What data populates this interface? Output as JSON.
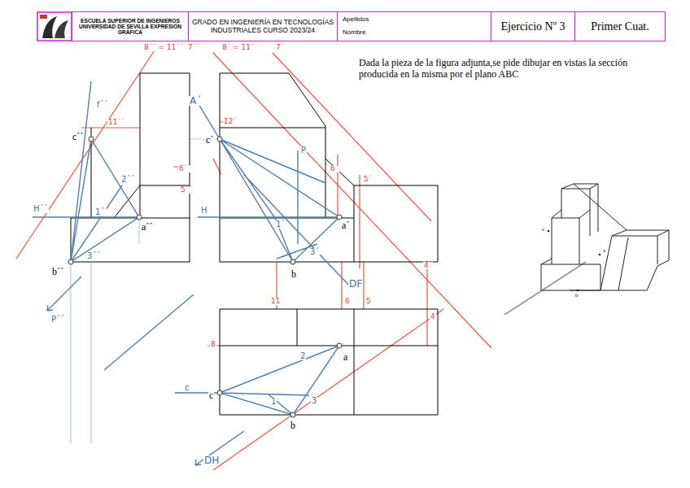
{
  "diagram": {
    "nodes": [
      {
        "text": [
          "ESCUELA SUPERIOR DE INGENIEROS UNIVERSIDAD DE SEVILLA EXPRESIÓN GRÁFICA"
        ]
      },
      {
        "text": [
          "GRADO EN INGENIERÍA EN TECNOLOGÍAS INDUSTRIALES CURSO 2023/24"
        ]
      },
      {
        "text": [
          "Apellidos",
          "Nombre"
        ]
      },
      {
        "text": [
          "Ejercicio Nº 3"
        ]
      },
      {
        "text": [
          "Primer Cuat."
        ]
      }
    ],
    "labels": [
      "Dada la pieza de la figura adjunta,se pide dibujar en vistas la sección producida en la misma por el plano ABC",
      "c´´",
      "a´´",
      "b´´",
      "c´",
      "a´",
      "b",
      "a",
      "c",
      "b",
      "8´´ = 11´´",
      "7´´",
      "8´ = 11´",
      "7´",
      "f´´",
      "11´´",
      "H´´",
      "1´´",
      "3´´",
      "2´´",
      "5´´",
      "6´´",
      "P´´",
      "A´",
      "12´",
      "P",
      "H",
      "1´",
      "3´",
      "6´",
      "5´",
      "4´",
      "DF",
      "11",
      "6",
      "5",
      "4",
      "8",
      "2",
      "1",
      "3",
      "c",
      "DH",
      "c",
      "a",
      "b"
    ]
  }
}
